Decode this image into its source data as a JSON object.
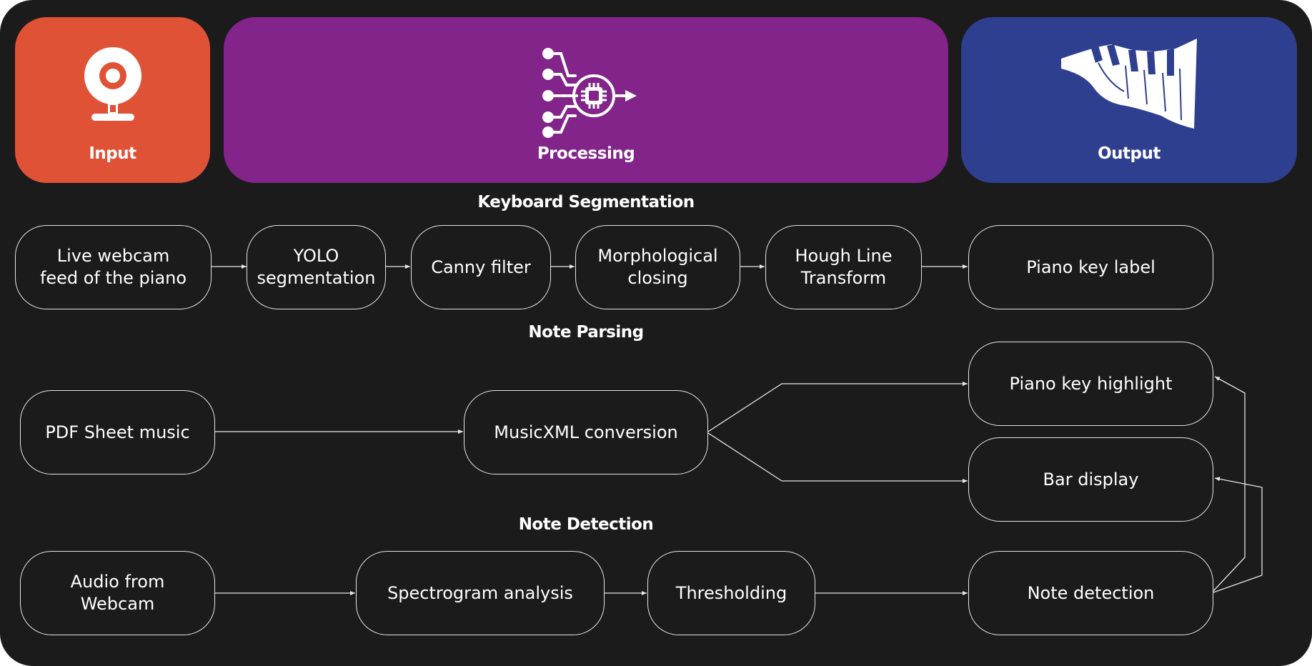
{
  "colors": {
    "background": "#1b1b1b",
    "input": "#e05236",
    "processing": "#82248a",
    "output": "#2f3f8f",
    "stroke": "#e6e6e6",
    "text": "#ffffff"
  },
  "headers": {
    "input": {
      "label": "Input",
      "icon": "webcam-icon"
    },
    "processing": {
      "label": "Processing",
      "icon": "neural-chip-icon"
    },
    "output": {
      "label": "Output",
      "icon": "piano-keyboard-icon"
    }
  },
  "sections": {
    "keyboard_segmentation": "Keyboard Segmentation",
    "note_parsing": "Note Parsing",
    "note_detection": "Note Detection"
  },
  "nodes": {
    "live_webcam": "Live webcam\nfeed of the piano",
    "yolo": "YOLO\nsegmentation",
    "canny": "Canny filter",
    "morph": "Morphological\nclosing",
    "hough": "Hough Line\nTransform",
    "piano_label": "Piano key label",
    "pdf": "PDF Sheet music",
    "musicxml": "MusicXML conversion",
    "piano_highlight": "Piano key highlight",
    "bar_display": "Bar display",
    "audio": "Audio from\nWebcam",
    "spectrogram": "Spectrogram analysis",
    "threshold": "Thresholding",
    "note_detection": "Note detection"
  }
}
